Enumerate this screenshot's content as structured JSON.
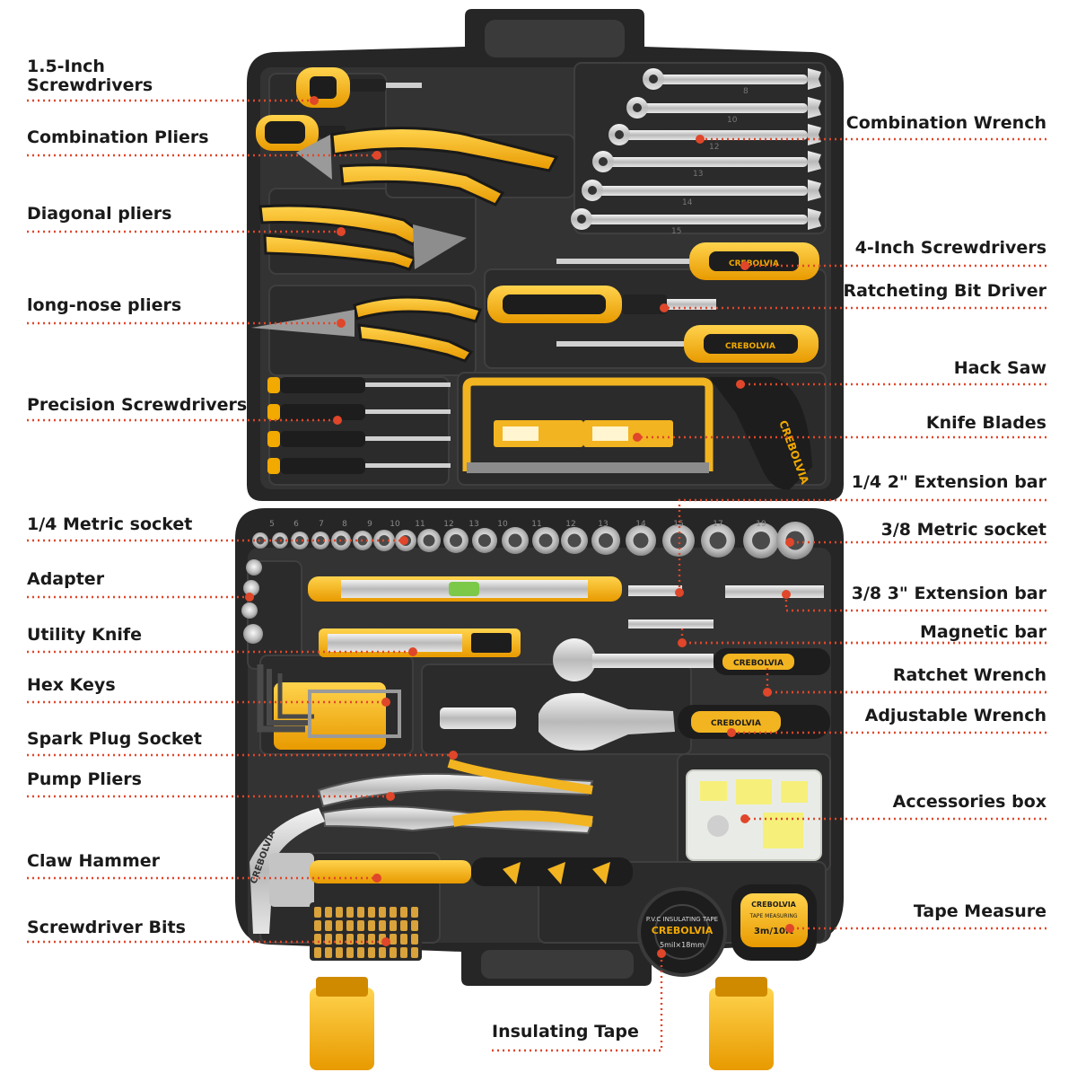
{
  "brand": {
    "name": "CREBOLVIA",
    "insulating_tape_print": "P.V.C INSULATING TAPE",
    "tape_size": "5mil×18mm",
    "tape_measure_print": "TAPE MEASURING",
    "tape_length": "3m/10ft"
  },
  "colors": {
    "accent": "#f2a900",
    "leader": "#e0462a",
    "case": "#2a2a2a",
    "text": "#1a1a1a"
  },
  "labels": {
    "l0": "1.5-Inch",
    "l0b": "Screwdrivers",
    "l1": "Combination Pliers",
    "l2": "Diagonal pliers",
    "l3": "long-nose pliers",
    "l4": "Precision Screwdrivers",
    "l5": "1/4 Metric socket",
    "l6": "Adapter",
    "l7": "Utility Knife",
    "l8": "Hex Keys",
    "l9": "Spark Plug Socket",
    "l10": "Pump Pliers",
    "l11": "Claw Hammer",
    "l12": "Screwdriver Bits",
    "r0": "Combination Wrench",
    "r1": "4-Inch Screwdrivers",
    "r2": "Ratcheting Bit Driver",
    "r3": "Hack Saw",
    "r4": "Knife Blades",
    "r5": "1/4 2\" Extension bar",
    "r6": "3/8 Metric socket",
    "r7": "3/8 3\" Extension bar",
    "r8": "Magnetic bar",
    "r9": "Ratchet Wrench",
    "r10": "Adjustable Wrench",
    "r11": "Accessories box",
    "r12": "Tape Measure",
    "b0": "Insulating Tape"
  },
  "socket_sizes_14": [
    "5",
    "6",
    "7",
    "8",
    "9",
    "10",
    "11",
    "12",
    "13"
  ],
  "socket_sizes_38": [
    "10",
    "11",
    "12",
    "13",
    "14",
    "15",
    "17",
    "19"
  ],
  "wrench_sizes": [
    "8",
    "10",
    "12",
    "13",
    "14",
    "15"
  ]
}
